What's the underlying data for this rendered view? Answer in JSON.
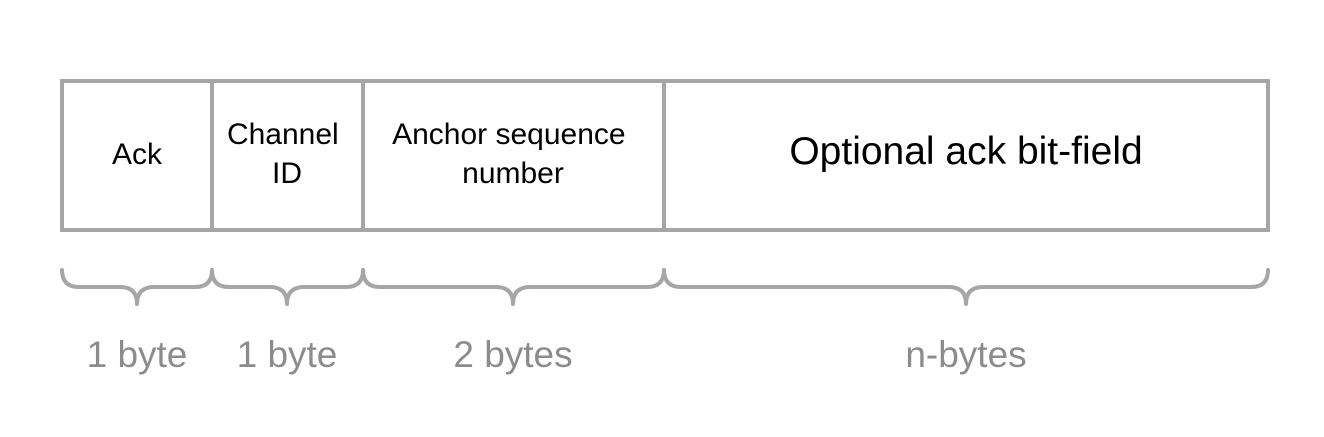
{
  "diagram": {
    "fields": [
      {
        "label_lines": [
          "Ack"
        ],
        "size": "1 byte"
      },
      {
        "label_lines": [
          "Channel",
          "ID"
        ],
        "size": "1 byte"
      },
      {
        "label_lines": [
          "Anchor sequence",
          "number"
        ],
        "size": "2 bytes"
      },
      {
        "label_lines": [
          "Optional ack bit-field"
        ],
        "size": "n-bytes"
      }
    ],
    "colors": {
      "box_stroke": "#a6a6a6",
      "label_text": "#000000",
      "size_text": "#8c8c8c"
    }
  }
}
